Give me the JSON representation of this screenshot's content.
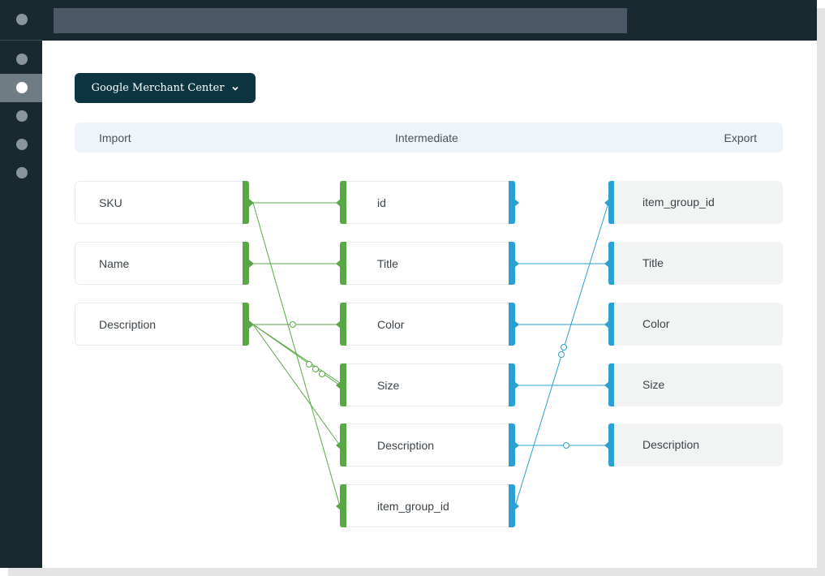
{
  "app": {
    "source_dropdown": "Google Merchant Center"
  },
  "columns": {
    "import": "Import",
    "intermediate": "Intermediate",
    "export": "Export"
  },
  "import_fields": [
    "SKU",
    "Name",
    "Description"
  ],
  "intermediate_fields": [
    "id",
    "Title",
    "Color",
    "Size",
    "Description",
    "item_group_id"
  ],
  "export_fields": [
    "item_group_id",
    "Title",
    "Color",
    "Size",
    "Description"
  ],
  "colors": {
    "import_link": "#5aa747",
    "export_link": "#2ba0d3",
    "sidebar": "#18292f",
    "dropdown": "#0c3441"
  },
  "icons": {
    "dropdown": "chevron-down-icon",
    "sidebar": [
      "nav-dot-icon",
      "nav-dot-icon",
      "nav-dot-icon",
      "nav-dot-icon",
      "nav-dot-icon",
      "nav-dot-icon"
    ]
  }
}
